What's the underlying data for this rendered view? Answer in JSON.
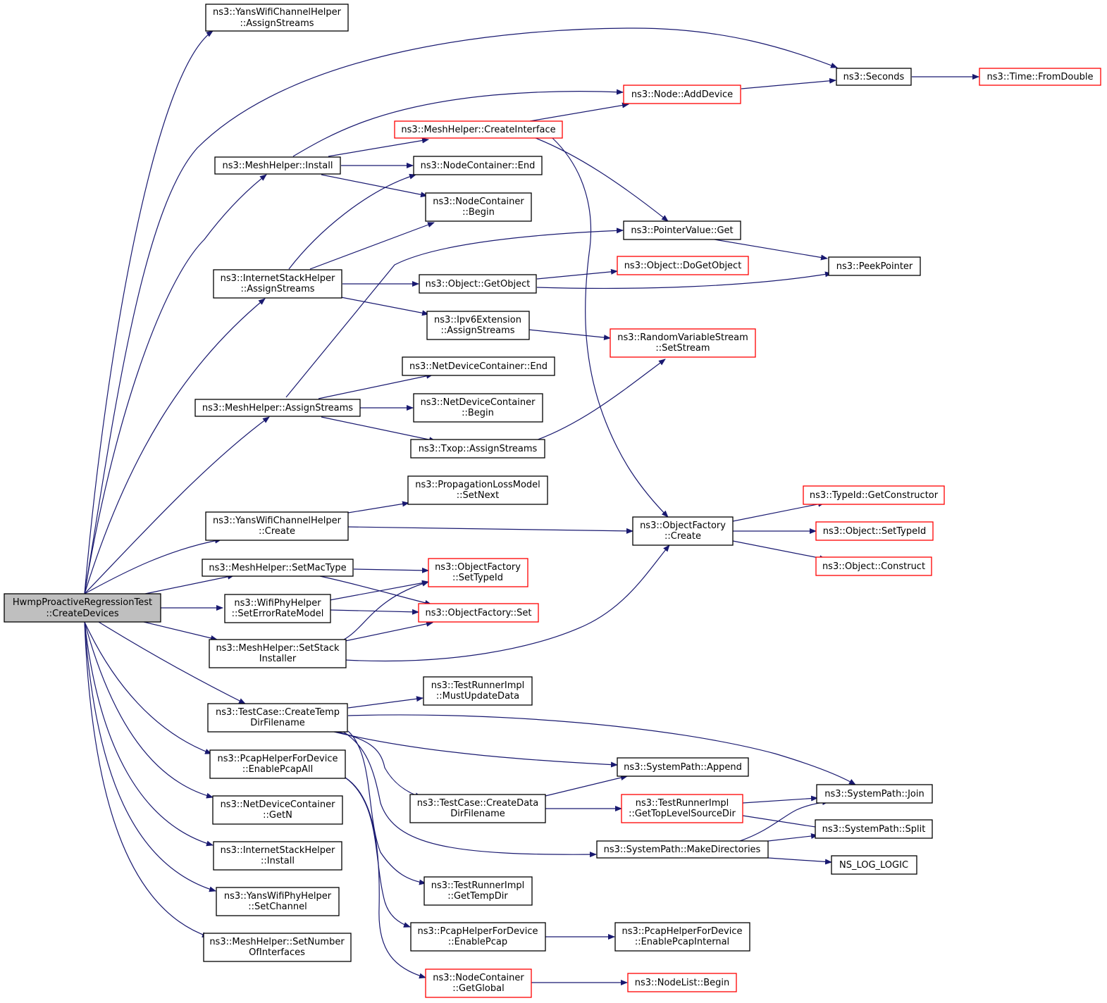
{
  "colors": {
    "edge": "#191970",
    "root_fill": "#bfbfbf",
    "node_border": "#000000",
    "external_border": "#ff0000",
    "node_fill": "#ffffff"
  },
  "root": {
    "lines": [
      "HwmpProactiveRegressionTest",
      "::CreateDevices"
    ]
  },
  "nodes": {
    "yans_channel_assign": {
      "lines": [
        "ns3::YansWifiChannelHelper",
        "::AssignStreams"
      ],
      "external": false
    },
    "seconds": {
      "lines": [
        "ns3::Seconds"
      ],
      "external": false
    },
    "time_fromdouble": {
      "lines": [
        "ns3::Time::FromDouble"
      ],
      "external": true
    },
    "node_adddevice": {
      "lines": [
        "ns3::Node::AddDevice"
      ],
      "external": true
    },
    "mesh_createinterface": {
      "lines": [
        "ns3::MeshHelper::CreateInterface"
      ],
      "external": true
    },
    "mesh_install": {
      "lines": [
        "ns3::MeshHelper::Install"
      ],
      "external": false
    },
    "nodecontainer_end": {
      "lines": [
        "ns3::NodeContainer::End"
      ],
      "external": false
    },
    "nodecontainer_begin": {
      "lines": [
        "ns3::NodeContainer",
        "::Begin"
      ],
      "external": false
    },
    "pointervalue_get": {
      "lines": [
        "ns3::PointerValue::Get"
      ],
      "external": false
    },
    "peekpointer": {
      "lines": [
        "ns3::PeekPointer"
      ],
      "external": false
    },
    "internetstack_assign": {
      "lines": [
        "ns3::InternetStackHelper",
        "::AssignStreams"
      ],
      "external": false
    },
    "object_getobject": {
      "lines": [
        "ns3::Object::GetObject"
      ],
      "external": false
    },
    "object_dogetobject": {
      "lines": [
        "ns3::Object::DoGetObject"
      ],
      "external": true
    },
    "ipv6ext_assign": {
      "lines": [
        "ns3::Ipv6Extension",
        "::AssignStreams"
      ],
      "external": false
    },
    "rvs_setstream": {
      "lines": [
        "ns3::RandomVariableStream",
        "::SetStream"
      ],
      "external": true
    },
    "netdevicecontainer_end": {
      "lines": [
        "ns3::NetDeviceContainer::End"
      ],
      "external": false
    },
    "mesh_assignstreams": {
      "lines": [
        "ns3::MeshHelper::AssignStreams"
      ],
      "external": false
    },
    "netdevicecontainer_begin": {
      "lines": [
        "ns3::NetDeviceContainer",
        "::Begin"
      ],
      "external": false
    },
    "txop_assign": {
      "lines": [
        "ns3::Txop::AssignStreams"
      ],
      "external": false
    },
    "proploss_setnext": {
      "lines": [
        "ns3::PropagationLossModel",
        "::SetNext"
      ],
      "external": false
    },
    "typeid_getconstructor": {
      "lines": [
        "ns3::TypeId::GetConstructor"
      ],
      "external": true
    },
    "yans_channel_create": {
      "lines": [
        "ns3::YansWifiChannelHelper",
        "::Create"
      ],
      "external": false
    },
    "objectfactory_create": {
      "lines": [
        "ns3::ObjectFactory",
        "::Create"
      ],
      "external": false
    },
    "object_settypeid": {
      "lines": [
        "ns3::Object::SetTypeId"
      ],
      "external": true
    },
    "mesh_setmactype": {
      "lines": [
        "ns3::MeshHelper::SetMacType"
      ],
      "external": false
    },
    "objectfactory_settypeid": {
      "lines": [
        "ns3::ObjectFactory",
        "::SetTypeId"
      ],
      "external": true
    },
    "object_construct": {
      "lines": [
        "ns3::Object::Construct"
      ],
      "external": true
    },
    "wifiphy_seterrorrate": {
      "lines": [
        "ns3::WifiPhyHelper",
        "::SetErrorRateModel"
      ],
      "external": false
    },
    "objectfactory_set": {
      "lines": [
        "ns3::ObjectFactory::Set"
      ],
      "external": true
    },
    "mesh_setstackinstaller": {
      "lines": [
        "ns3::MeshHelper::SetStack",
        "Installer"
      ],
      "external": false
    },
    "testrunner_mustupdate": {
      "lines": [
        "ns3::TestRunnerImpl",
        "::MustUpdateData"
      ],
      "external": false
    },
    "testcase_createtemp": {
      "lines": [
        "ns3::TestCase::CreateTemp",
        "DirFilename"
      ],
      "external": false
    },
    "pcap_enableall": {
      "lines": [
        "ns3::PcapHelperForDevice",
        "::EnablePcapAll"
      ],
      "external": false
    },
    "systempath_append": {
      "lines": [
        "ns3::SystemPath::Append"
      ],
      "external": false
    },
    "systempath_join": {
      "lines": [
        "ns3::SystemPath::Join"
      ],
      "external": false
    },
    "testcase_createdata": {
      "lines": [
        "ns3::TestCase::CreateData",
        "DirFilename"
      ],
      "external": false
    },
    "testrunner_gettoplevel": {
      "lines": [
        "ns3::TestRunnerImpl",
        "::GetTopLevelSourceDir"
      ],
      "external": true
    },
    "netdevicecontainer_getn": {
      "lines": [
        "ns3::NetDeviceContainer",
        "::GetN"
      ],
      "external": false
    },
    "systempath_split": {
      "lines": [
        "ns3::SystemPath::Split"
      ],
      "external": false
    },
    "systempath_makedirs": {
      "lines": [
        "ns3::SystemPath::MakeDirectories"
      ],
      "external": false
    },
    "internetstack_install": {
      "lines": [
        "ns3::InternetStackHelper",
        "::Install"
      ],
      "external": false
    },
    "ns_log_logic": {
      "lines": [
        "NS_LOG_LOGIC"
      ],
      "external": false
    },
    "testrunner_gettempdir": {
      "lines": [
        "ns3::TestRunnerImpl",
        "::GetTempDir"
      ],
      "external": false
    },
    "yansphy_setchannel": {
      "lines": [
        "ns3::YansWifiPhyHelper",
        "::SetChannel"
      ],
      "external": false
    },
    "pcap_enable": {
      "lines": [
        "ns3::PcapHelperForDevice",
        "::EnablePcap"
      ],
      "external": false
    },
    "pcap_enableinternal": {
      "lines": [
        "ns3::PcapHelperForDevice",
        "::EnablePcapInternal"
      ],
      "external": false
    },
    "mesh_setnumberofinterfaces": {
      "lines": [
        "ns3::MeshHelper::SetNumber",
        "OfInterfaces"
      ],
      "external": false
    },
    "nodecontainer_getglobal": {
      "lines": [
        "ns3::NodeContainer",
        "::GetGlobal"
      ],
      "external": true
    },
    "nodelist_begin": {
      "lines": [
        "ns3::NodeList::Begin"
      ],
      "external": true
    }
  }
}
